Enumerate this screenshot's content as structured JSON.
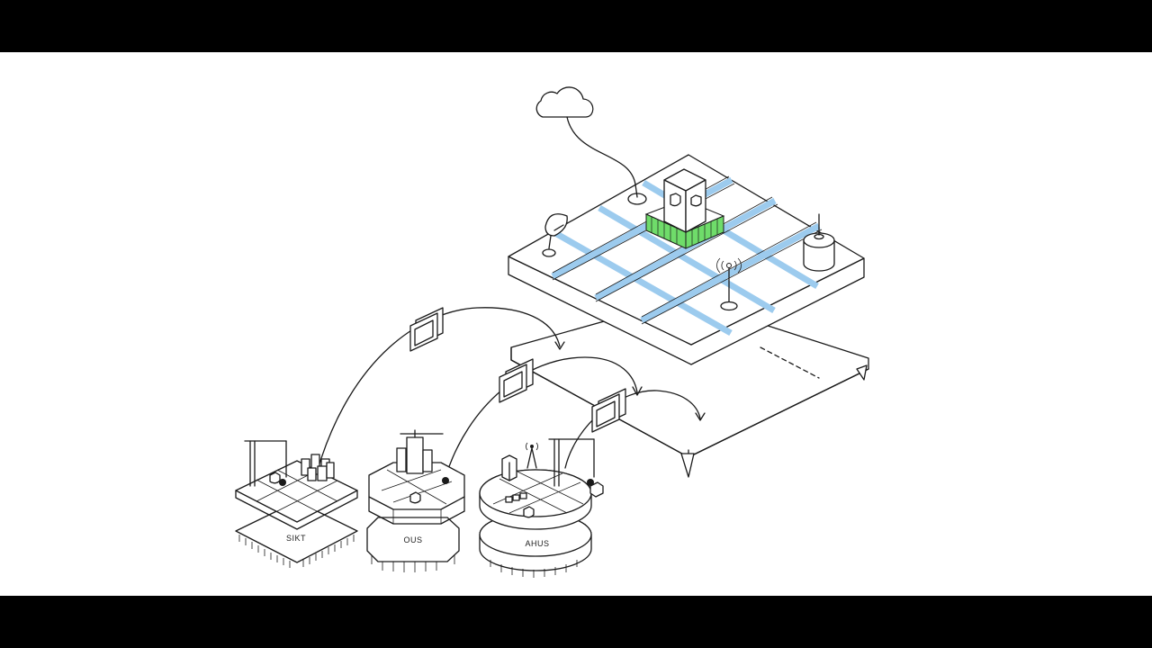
{
  "diagram": {
    "nodes": [
      {
        "id": "sikt",
        "label": "SIKT"
      },
      {
        "id": "ous",
        "label": "OUS"
      },
      {
        "id": "ahus",
        "label": "AHUS"
      }
    ],
    "central_platform": {
      "elements": [
        "cloud-icon",
        "satellite-dish-icon",
        "shield-tower-icon",
        "antenna-icon",
        "cylinder-tank-icon"
      ]
    },
    "flows": [
      {
        "from": "sikt",
        "to": "central_platform"
      },
      {
        "from": "ous",
        "to": "central_platform"
      },
      {
        "from": "ahus",
        "to": "central_platform"
      }
    ],
    "colors": {
      "water_grid": "#9ccbee",
      "green_fence": "#6fdc6a",
      "line": "#1a1a1a"
    }
  }
}
